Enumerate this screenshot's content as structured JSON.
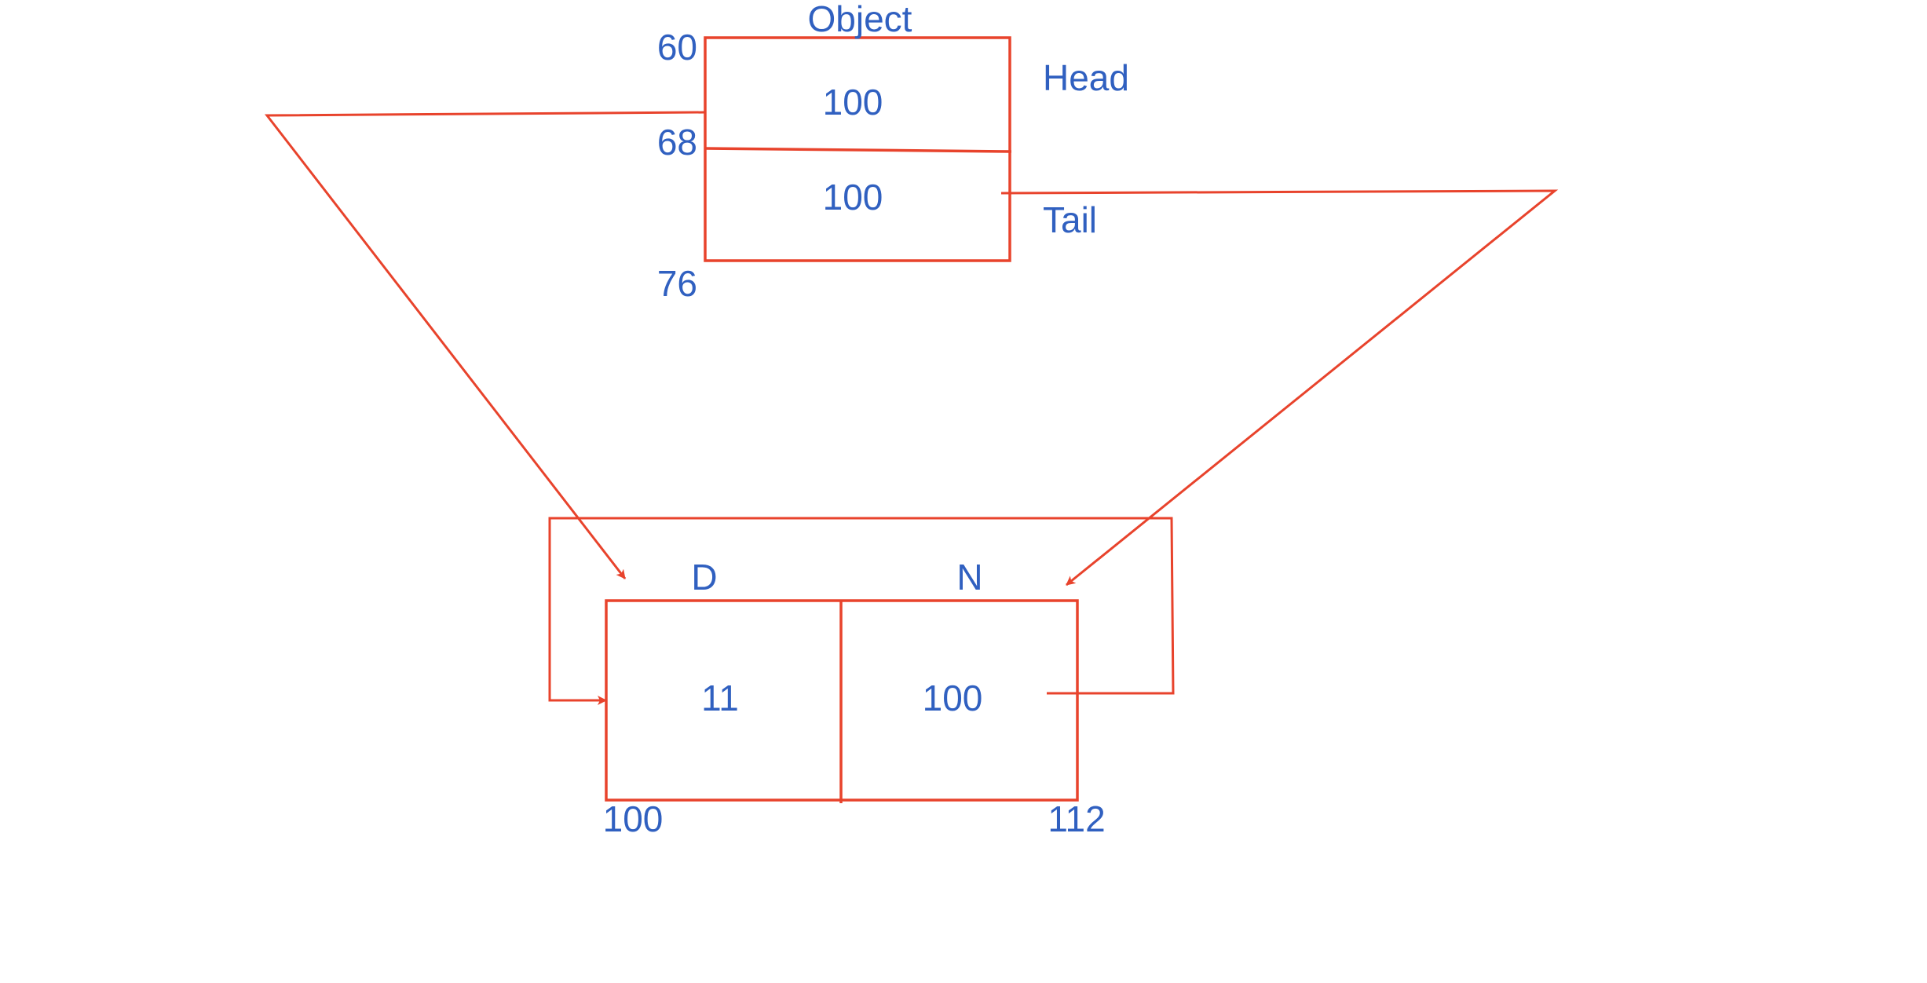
{
  "colors": {
    "background": "#ffffff",
    "line": "#e8432c",
    "text": "#3060c0"
  },
  "object": {
    "title": "Object",
    "head_value": "100",
    "tail_value": "100",
    "head_label": "Head",
    "tail_label": "Tail",
    "addr_top": "60",
    "addr_mid": "68",
    "addr_bottom": "76"
  },
  "node": {
    "data_header": "D",
    "next_header": "N",
    "data_value": "11",
    "next_value": "100",
    "addr_left": "100",
    "addr_right": "112"
  }
}
